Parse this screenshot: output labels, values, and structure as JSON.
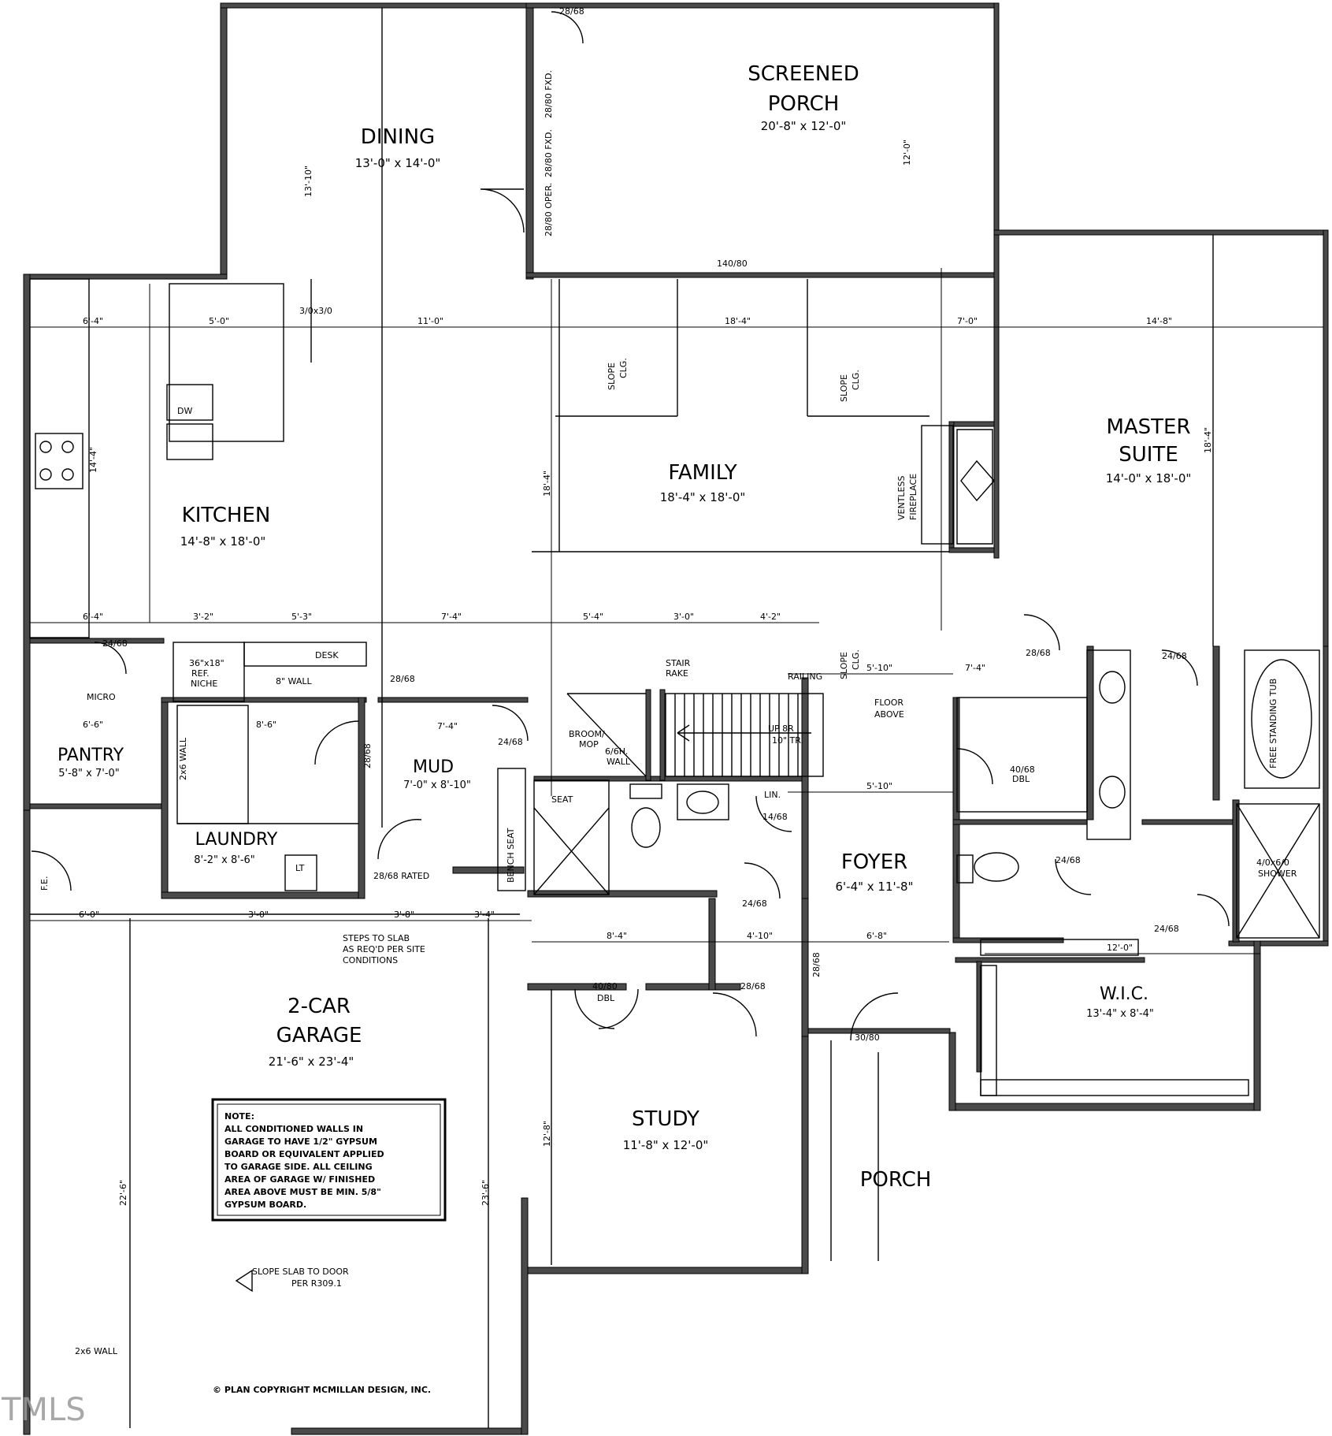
{
  "rooms": {
    "screened_porch": {
      "name1": "SCREENED",
      "name2": "PORCH",
      "size": "20'-8\" x 12'-0\""
    },
    "dining": {
      "name": "DINING",
      "size": "13'-0\" x 14'-0\""
    },
    "kitchen": {
      "name": "KITCHEN",
      "size": "14'-8\" x 18'-0\""
    },
    "family": {
      "name": "FAMILY",
      "size": "18'-4\" x 18'-0\""
    },
    "master_suite": {
      "name1": "MASTER",
      "name2": "SUITE",
      "size": "14'-0\" x 18'-0\""
    },
    "pantry": {
      "name": "PANTRY",
      "size": "5'-8\" x 7'-0\""
    },
    "laundry": {
      "name": "LAUNDRY",
      "size": "8'-2\" x 8'-6\""
    },
    "mud": {
      "name": "MUD",
      "size": "7'-0\" x 8'-10\""
    },
    "foyer": {
      "name": "FOYER",
      "size": "6'-4\" x 11'-8\""
    },
    "garage": {
      "name1": "2-CAR",
      "name2": "GARAGE",
      "size": "21'-6\" x 23'-4\""
    },
    "study": {
      "name": "STUDY",
      "size": "11'-8\" x 12'-0\""
    },
    "porch": {
      "name": "PORCH"
    },
    "wic": {
      "name": "W.I.C.",
      "size": "13'-4\" x 8'-4\""
    }
  },
  "labels": {
    "dw": "DW",
    "counter": "3/0x3/0",
    "fireplace1": "VENTLESS",
    "fireplace2": "FIREPLACE",
    "slope1": "SLOPE",
    "slope2": "CLG.",
    "micro": "MICRO",
    "desk": "DESK",
    "ref1": "36\"x18\"",
    "ref2": "REF.",
    "ref3": "NICHE",
    "wall8": "8\" WALL",
    "wall2x6": "2x6 WALL",
    "stair1": "STAIR",
    "stair2": "RAKE",
    "railing": "RAILING",
    "floor1": "FLOOR",
    "floor2": "ABOVE",
    "upstairs1": "UP 8R",
    "upstairs2": "10\" TR.",
    "broom1": "BROOM/",
    "broom2": "MOP",
    "sixinwall1": "6/6H.",
    "sixinwall2": "WALL",
    "seat": "SEAT",
    "bench_seat": "BENCH SEAT",
    "lin": "LIN.",
    "lt": "LT",
    "rated": "28/68 RATED",
    "freestanding": "FREE STANDING TUB",
    "shower1": "4/0x6/0",
    "shower2": "SHOWER",
    "dbl": "DBL",
    "steps1": "STEPS TO SLAB",
    "steps2": "AS REQ'D PER SITE",
    "steps3": "CONDITIONS",
    "slope_slab1": "SLOPE SLAB TO DOOR",
    "slope_slab2": "PER R309.1",
    "wall2x6_garage": "2x6 WALL",
    "fe": "F.E.",
    "copyright": "© PLAN COPYRIGHT MCMILLAN DESIGN, INC.",
    "watermark": "TMLS"
  },
  "note_lines": [
    "NOTE:",
    "ALL CONDITIONED WALLS IN",
    "GARAGE TO HAVE 1/2\" GYPSUM",
    "BOARD OR EQUIVALENT APPLIED",
    "TO GARAGE SIDE.  ALL CEILING",
    "AREA OF GARAGE W/ FINISHED",
    "AREA ABOVE MUST BE MIN. 5/8\"",
    "GYPSUM BOARD."
  ],
  "doors": {
    "d2868_top": "28/68",
    "d2880a": "28/80 FXD.",
    "d2880b": "28/80 FXD.",
    "d2880c": "28/80 OPER.",
    "d14080": "140/80",
    "d2468_pantry": "24/68",
    "d2868_mud": "28/68",
    "d2468_mud": "24/68",
    "d2868_lav": "28/68",
    "d2468_mbath": "24/68",
    "d2868_master": "28/68",
    "d4068": "40/68",
    "d1468": "14/68",
    "d2468_foyer": "24/68",
    "d2468_wc": "24/68",
    "d2468_wic": "24/68",
    "d4080": "40/80",
    "d2868_study": "28/68",
    "d3080": "30/80",
    "d2868_foyer": "28/68"
  },
  "dims": {
    "kit_w1": "6'-4\"",
    "kit_w2": "5'-0\"",
    "din_w": "11'-0\"",
    "fam_w": "18'-4\"",
    "mst_w1": "7'-0\"",
    "mst_w2": "14'-8\"",
    "kit_h": "14'-4\"",
    "kit_a": "6'-4\"",
    "kit_b": "3'-2\"",
    "kit_c": "5'-3\"",
    "kit_d": "7'-4\"",
    "fam_a": "5'-4\"",
    "fam_b": "3'-0\"",
    "fam_c": "4'-2\"",
    "rail_a": "5'-10\"",
    "rail_b": "7'-4\"",
    "g_a": "6'-0\"",
    "g_b": "3'-0\"",
    "g_c": "3'-8\"",
    "g_d": "3'-4\"",
    "st_a": "8'-4\"",
    "st_b": "4'-10\"",
    "st_c": "6'-8\"",
    "wic_a": "12'-0\"",
    "garage_h": "22'-6\"",
    "garage_h2": "23'-6\"",
    "study_h": "12'-8\"",
    "lndry_a": "8'-6\"",
    "mud_a": "7'-4\"",
    "pantry_a": "6'-6\"",
    "foyer_a": "5'-10\"",
    "master_h": "18'-4\"",
    "family_h": "18'-4\"",
    "dining_h": "13'-10\"",
    "spc_h": "12'-0\""
  }
}
